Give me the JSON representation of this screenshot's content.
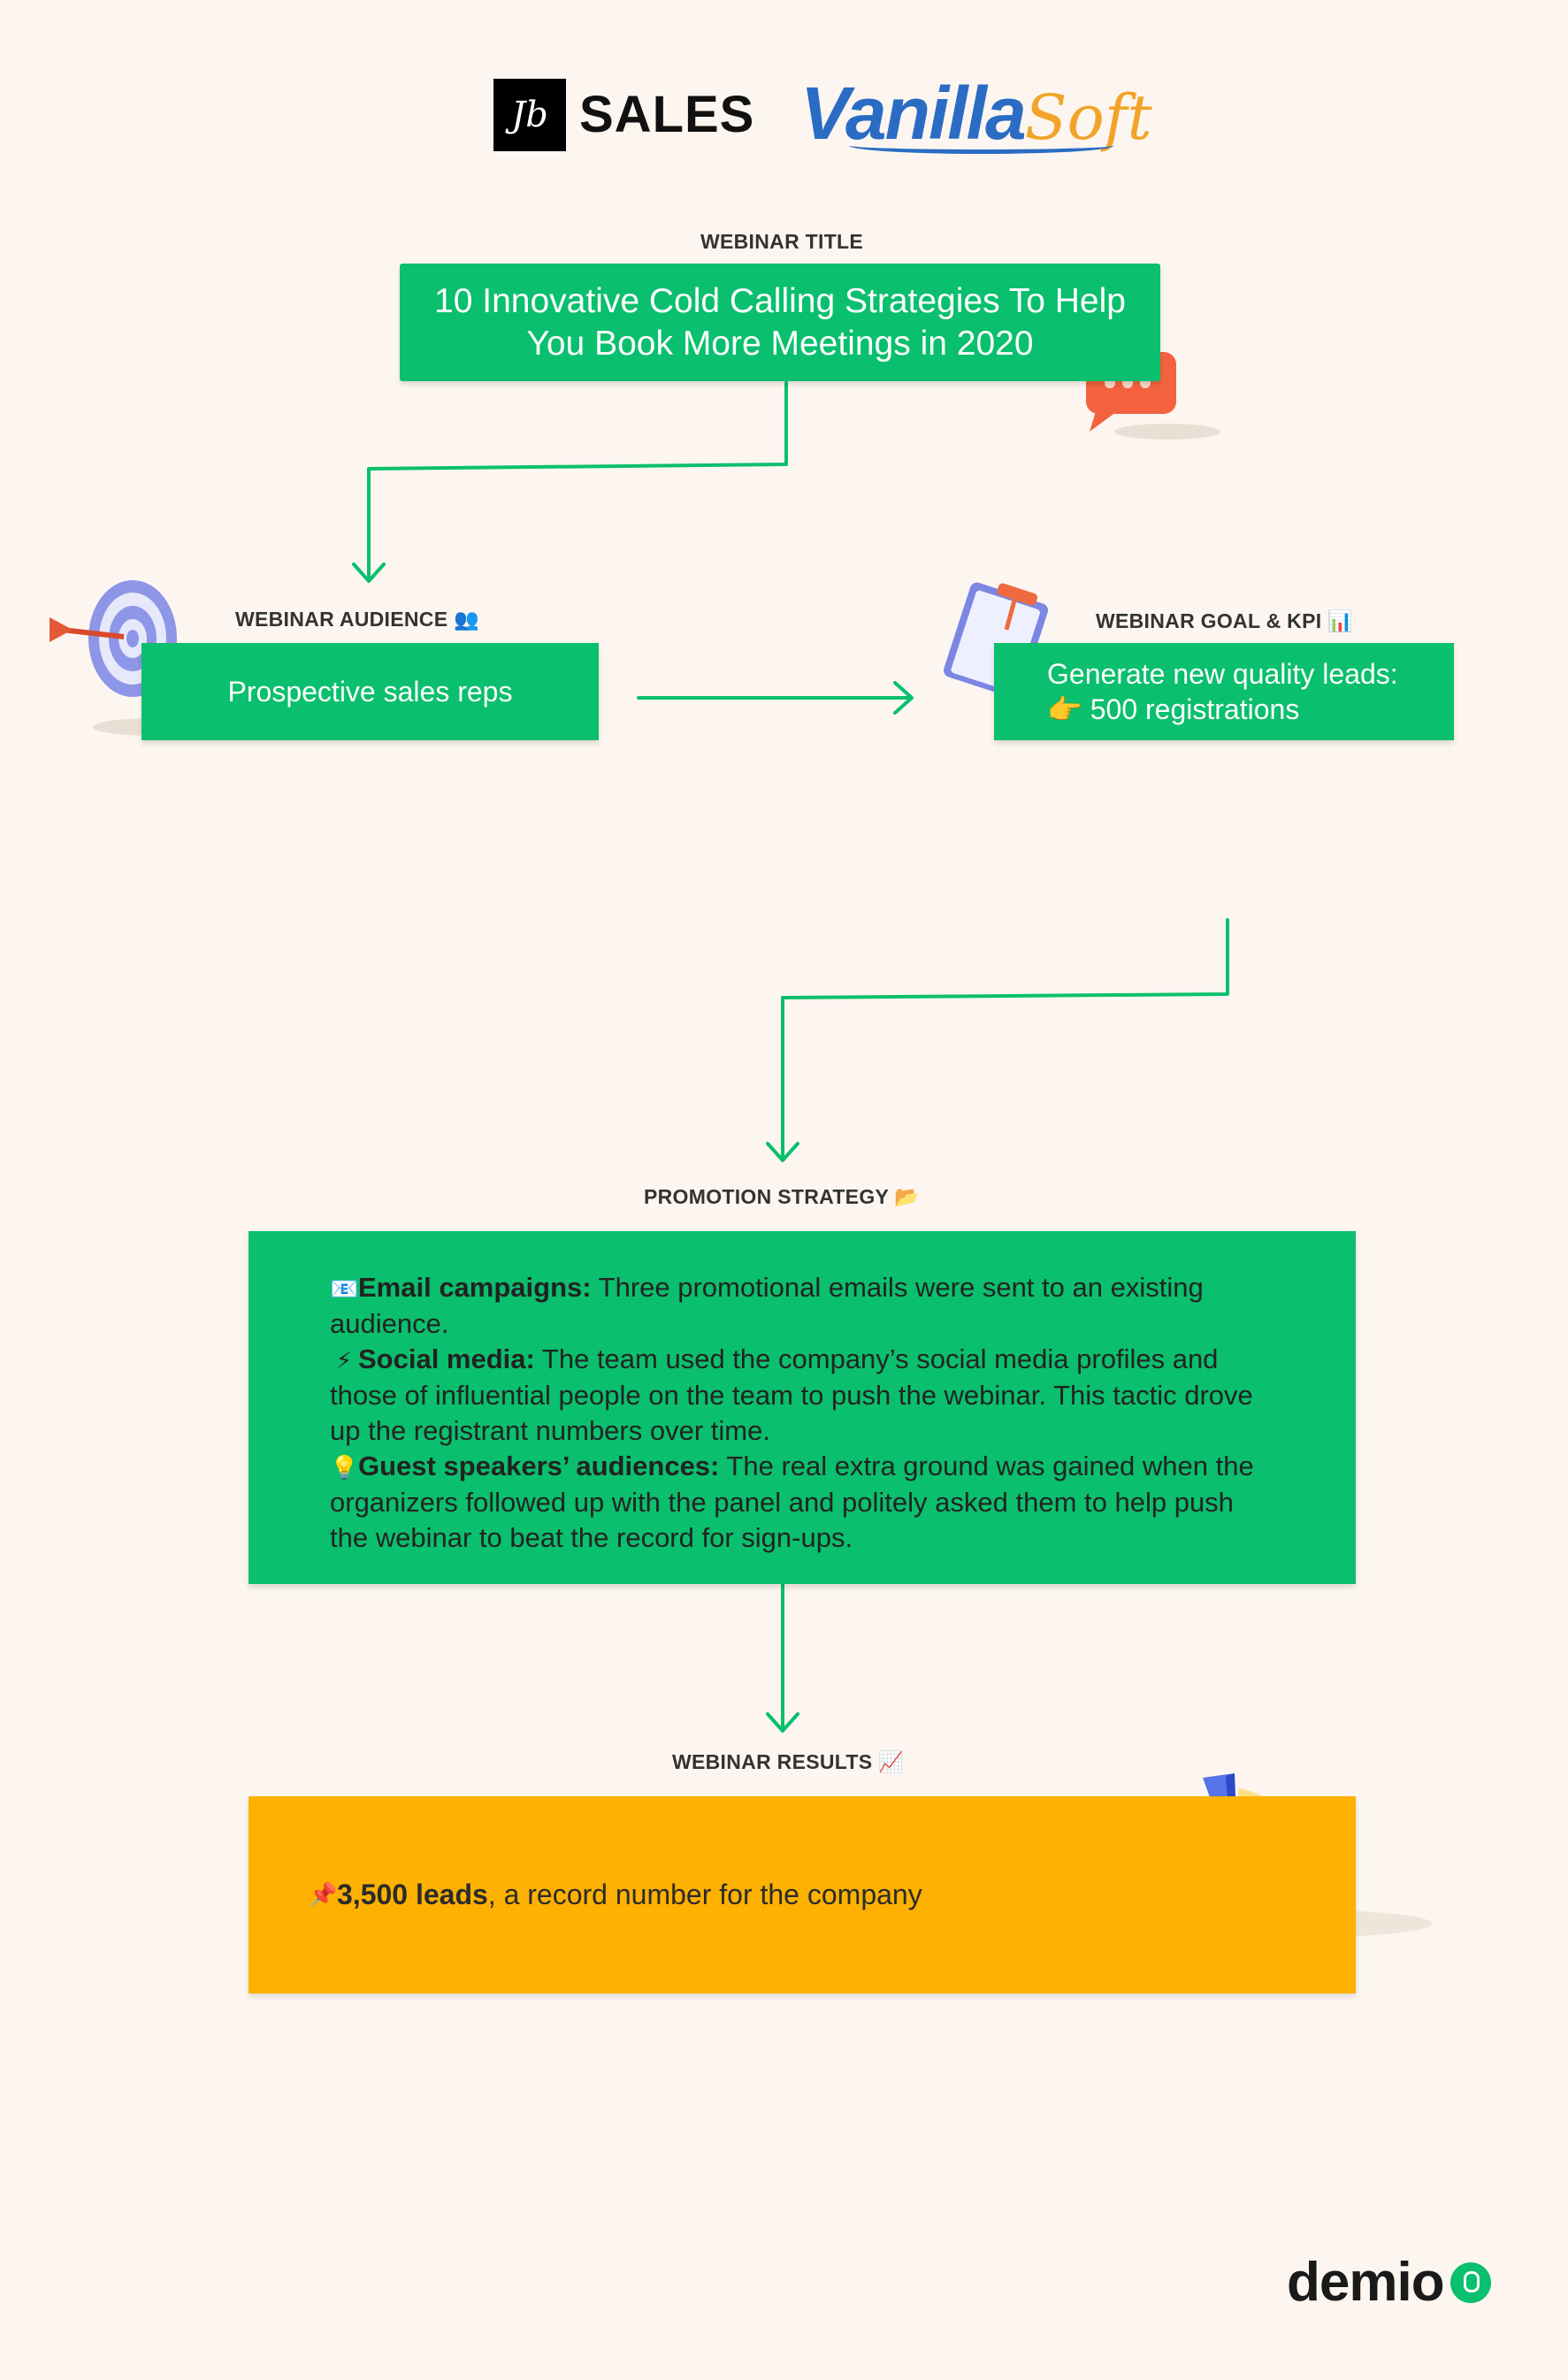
{
  "logos": {
    "jb_mark": "Jb",
    "sales": "SALES",
    "vanilla": "Vanilla",
    "soft": "Soft",
    "demio": "demio"
  },
  "title_section": {
    "label": "WEBINAR TITLE",
    "line1": "10 Innovative Cold Calling Strategies To Help",
    "line2": "You Book More Meetings in 2020"
  },
  "audience_section": {
    "label": "WEBINAR AUDIENCE 👥",
    "text": "Prospective sales reps"
  },
  "goal_section": {
    "label": "WEBINAR GOAL & KPI 📊",
    "line1": "Generate new quality leads:",
    "line2_icon": "👉",
    "line2": "500 registrations"
  },
  "promotion_section": {
    "label": "PROMOTION STRATEGY 📂",
    "items": [
      {
        "icon": "📧",
        "title": "Email campaigns:",
        "text": " Three promotional emails were sent to an existing audience."
      },
      {
        "icon": "⚡",
        "title": "Social media:",
        "text": " The team used the company’s social media profiles and those of influential people on the team to push the webinar. This tactic drove up the registrant numbers over time."
      },
      {
        "icon": "💡",
        "title": "Guest speakers’ audiences:",
        "text": " The real extra ground was gained when the organizers followed up with the panel and politely asked them to help push the webinar to beat the record for sign-ups."
      }
    ]
  },
  "results_section": {
    "label": "WEBINAR RESULTS 📈",
    "icon": "📌",
    "highlight": "3,500 leads",
    "text": ", a record number for the company"
  },
  "colors": {
    "box_green": "#0abf6d",
    "result_yellow": "#fdb100",
    "background": "#fdf6f0",
    "arrow_green": "#0abf6d"
  },
  "icons": [
    "chat-bubble-icon",
    "dartboard-target-icon",
    "clipboard-icon",
    "pie-chart-icon",
    "demio-logo-icon"
  ]
}
